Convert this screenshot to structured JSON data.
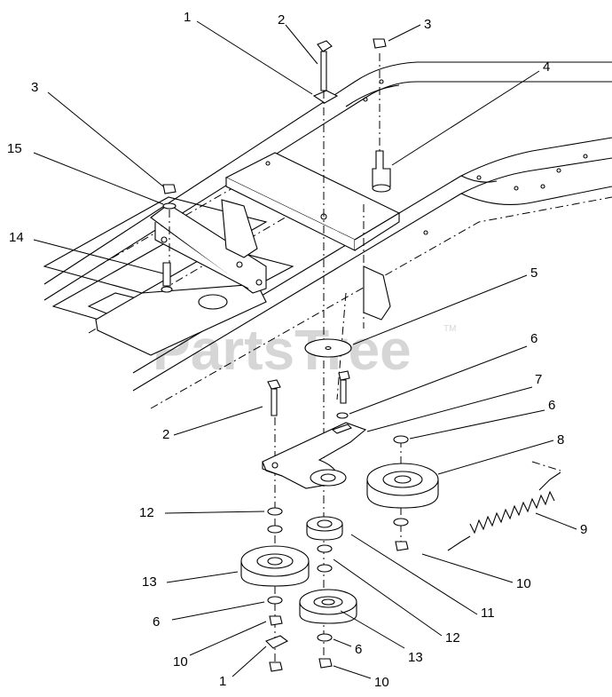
{
  "watermark": {
    "text": "PartsTree",
    "trademark": "TM"
  },
  "callouts": [
    {
      "id": "c1a",
      "label": "1"
    },
    {
      "id": "c2a",
      "label": "2"
    },
    {
      "id": "c3a",
      "label": "3"
    },
    {
      "id": "c4",
      "label": "4"
    },
    {
      "id": "c3b",
      "label": "3"
    },
    {
      "id": "c15",
      "label": "15"
    },
    {
      "id": "c14",
      "label": "14"
    },
    {
      "id": "c5",
      "label": "5"
    },
    {
      "id": "c6a",
      "label": "6"
    },
    {
      "id": "c7",
      "label": "7"
    },
    {
      "id": "c6b",
      "label": "6"
    },
    {
      "id": "c2b",
      "label": "2"
    },
    {
      "id": "c8",
      "label": "8"
    },
    {
      "id": "c9",
      "label": "9"
    },
    {
      "id": "c12a",
      "label": "12"
    },
    {
      "id": "c10a",
      "label": "10"
    },
    {
      "id": "c13a",
      "label": "13"
    },
    {
      "id": "c11",
      "label": "11"
    },
    {
      "id": "c6c",
      "label": "6"
    },
    {
      "id": "c12b",
      "label": "12"
    },
    {
      "id": "c10b",
      "label": "10"
    },
    {
      "id": "c6d",
      "label": "6"
    },
    {
      "id": "c13b",
      "label": "13"
    },
    {
      "id": "c1b",
      "label": "1"
    },
    {
      "id": "c10c",
      "label": "10"
    }
  ]
}
